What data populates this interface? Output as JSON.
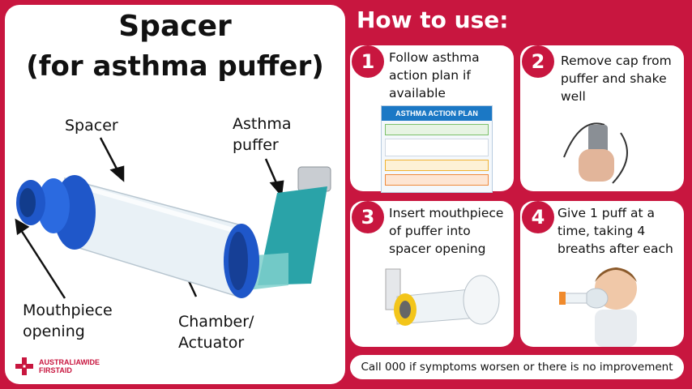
{
  "left": {
    "title_line1": "Spacer",
    "title_line2": "(for asthma puffer)",
    "labels": {
      "spacer": "Spacer",
      "asthma_puffer": "Asthma\npuffer",
      "mouthpiece": "Mouthpiece\nopening",
      "chamber": "Chamber/\nActuator"
    }
  },
  "how_to_use": {
    "title": "How to use:",
    "steps": [
      {
        "num": "1",
        "text": "Follow asthma action plan if available"
      },
      {
        "num": "2",
        "text": "Remove cap from puffer and shake well"
      },
      {
        "num": "3",
        "text": "Insert mouthpiece of puffer into spacer opening"
      },
      {
        "num": "4",
        "text": "Give 1 puff at a time, taking 4 breaths after each"
      }
    ],
    "action_plan_heading": "ASTHMA ACTION PLAN"
  },
  "footer": "Call 000 if symptoms worsen or there is no improvement",
  "brand": {
    "line1": "AUSTRALIAWIDE",
    "line2": "FIRSTAID"
  },
  "colors": {
    "accent": "#c8163f",
    "blue": "#1f57c9",
    "teal": "#2aa3a8"
  }
}
